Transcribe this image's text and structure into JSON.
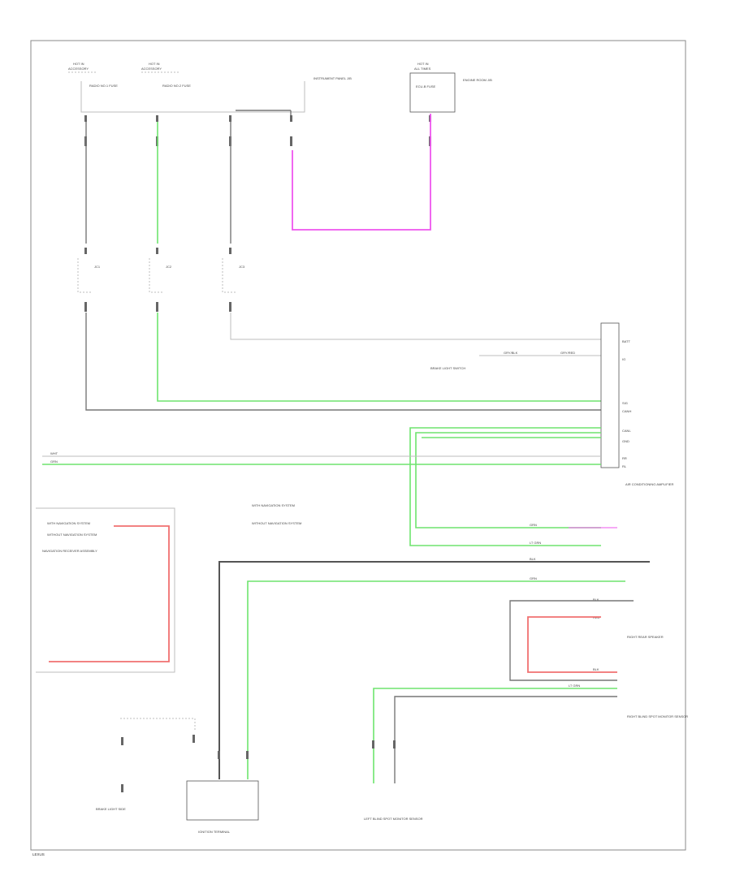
{
  "diagram": {
    "page_tag": "LEXUS",
    "components": {
      "top_fuse_1_header": "HOT IN",
      "top_fuse_1_sub": "ACCESSORY",
      "top_fuse_1_label": "RADIO NO.1 FUSE",
      "top_fuse_2_header": "HOT IN",
      "top_fuse_2_sub": "ACCESSORY",
      "top_fuse_2_label": "RADIO NO.2 FUSE",
      "top_junction_label": "INSTRUMENT PANEL J/B",
      "top_right_header": "HOT IN",
      "top_right_sub": "ALL TIMES",
      "top_right_box": "ECU-B FUSE",
      "top_right_label": "ENGINE ROOM J/B",
      "splice_1": "JC1",
      "splice_2": "JC2",
      "splice_3": "JC3",
      "brake_switch_label": "BRAKE LIGHT SWITCH",
      "brake_wire_1": "GRY/BLK",
      "brake_wire_2": "GRY/RED",
      "ecu_label": "AIR CONDITIONING AMPLIFIER",
      "ecu_conn_labels": [
        "BATT",
        "IG",
        "SIG",
        "CANH",
        "CANL",
        "GND",
        "RR",
        "RL"
      ],
      "wire_left_1": "WHT",
      "wire_left_2": "GRN",
      "left_module_label": "NAVIGATION RECEIVER ASSEMBLY",
      "left_note_1": "WITH NAVIGATION SYSTEM",
      "left_note_2": "WITHOUT NAVIGATION SYSTEM",
      "center_note_1": "WITH NAVIGATION SYSTEM",
      "center_note_2": "WITHOUT NAVIGATION SYSTEM",
      "right_wire_1": "GRN",
      "right_wire_2": "LT GRN",
      "right_wire_3": "BLK",
      "right_wire_4": "GRN",
      "right_wire_5": "BLK",
      "right_wire_6": "RED",
      "right_wire_7": "BLK",
      "right_wire_8": "LT GRN",
      "right_mod_label": "RIGHT REAR SPEAKER",
      "right_mod_label_2": "RIGHT BLIND SPOT MONITOR SENSOR",
      "bottom_left_label": "BRAKE LIGHT SIDE",
      "bottom_conn_label": "IGNITION TERMINAL",
      "bottom_right_label": "LEFT BLIND SPOT MONITOR SENSOR"
    }
  }
}
